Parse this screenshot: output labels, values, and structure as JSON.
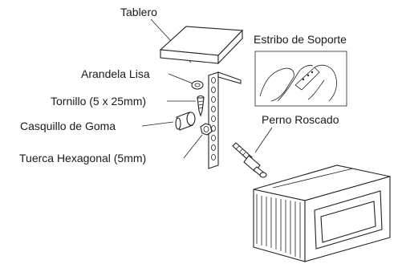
{
  "labels": {
    "tablero": "Tablero",
    "estribo": "Estribo de Soporte",
    "arandela": "Arandela Lisa",
    "tornillo": "Tornillo (5 x 25mm)",
    "casquillo": "Casquillo de Goma",
    "perno": "Perno Roscado",
    "tuerca": "Tuerca Hexagonal (5mm)"
  }
}
